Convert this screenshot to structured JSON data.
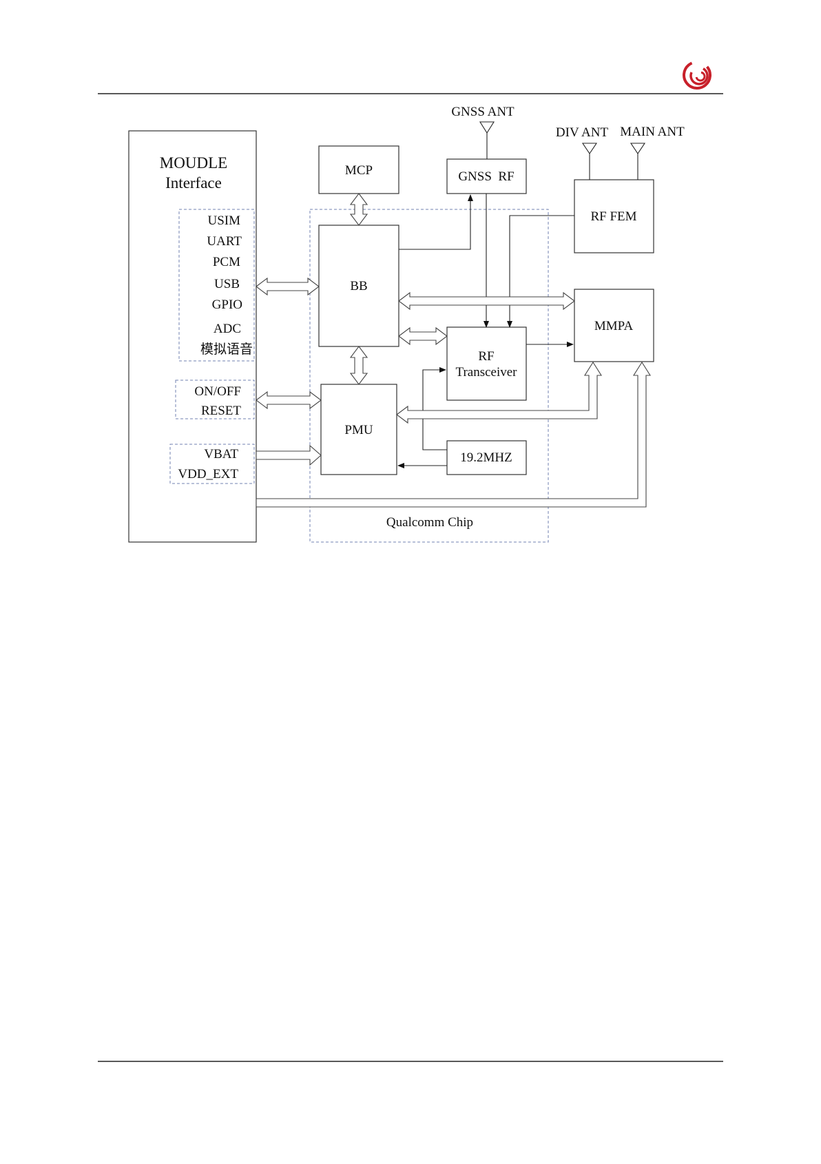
{
  "brand": {
    "accent": "#c8202a"
  },
  "diagram": {
    "module_title_1": "MOUDLE",
    "module_title_2": "Interface",
    "interfaces": [
      "USIM",
      "UART",
      "PCM",
      "USB",
      "GPIO",
      "ADC",
      "模拟语音"
    ],
    "control": [
      "ON/OFF",
      "RESET"
    ],
    "power": [
      "VBAT",
      "VDD_EXT"
    ],
    "mcp": "MCP",
    "bb": "BB",
    "pmu": "PMU",
    "gnss_rf": "GNSS  RF",
    "rf_transceiver_1": "RF",
    "rf_transceiver_2": "Transceiver",
    "clock": "19.2MHZ",
    "rf_fem": "RF FEM",
    "mmpa": "MMPA",
    "gnss_ant": "GNSS ANT",
    "div_ant": "DIV ANT",
    "main_ant": "MAIN ANT",
    "chip": "Qualcomm Chip"
  }
}
